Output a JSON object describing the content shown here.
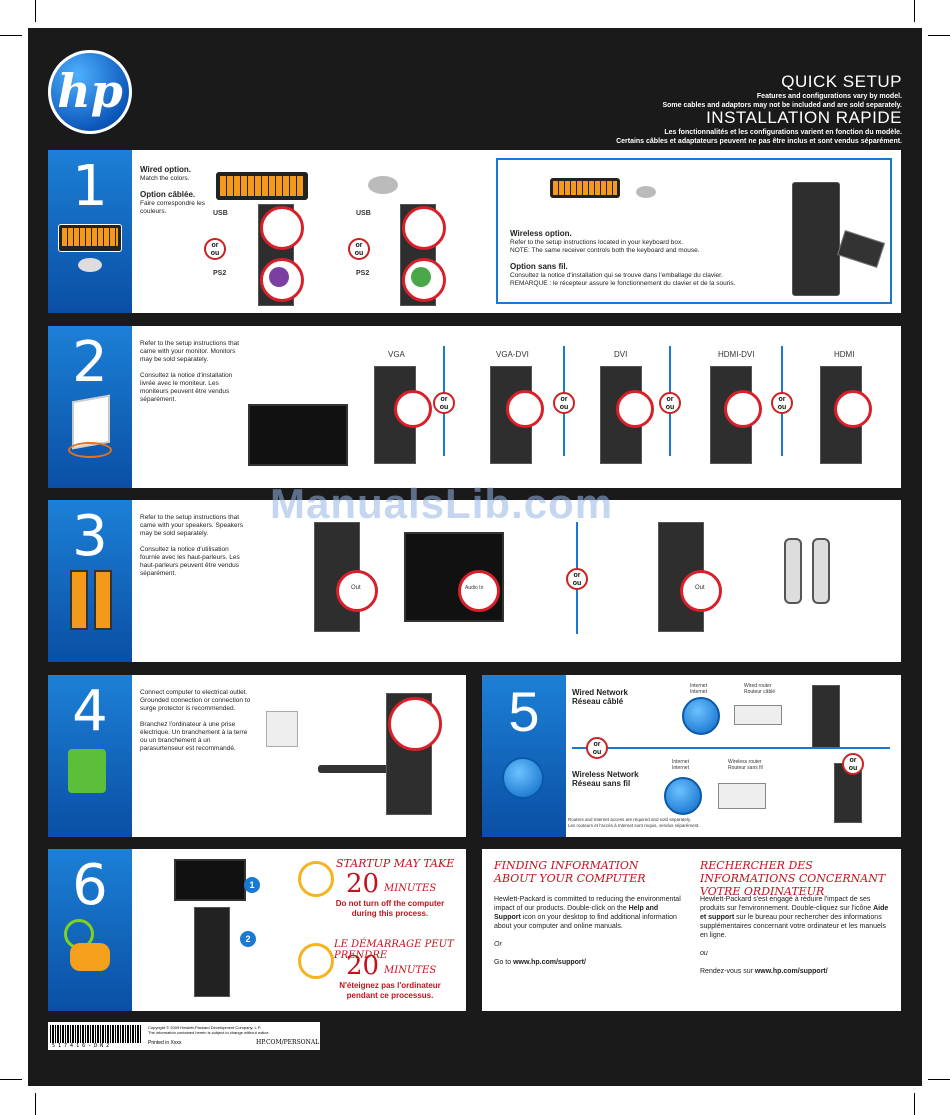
{
  "header": {
    "logo": "hp",
    "title_en": "QUICK SETUP",
    "sub_en_1": "Features and configurations vary by model.",
    "sub_en_2": "Some cables and adaptors may not be included and are sold separately.",
    "title_fr": "INSTALLATION RAPIDE",
    "sub_fr_1": "Les fonctionnalités et les configurations varient en fonction du modèle.",
    "sub_fr_2": "Certains câbles et adaptateurs peuvent ne pas être inclus et sont vendus séparément."
  },
  "step1": {
    "number": "1",
    "wired_title": "Wired option.",
    "wired_text": "Match the colors.",
    "wired_title_fr": "Option câblée.",
    "wired_text_fr": "Faire correspondre les couleurs.",
    "usb": "USB",
    "ps2": "PS2",
    "or": "or",
    "ou": "ou",
    "wireless_title": "Wireless option.",
    "wireless_text": "Refer to the setup instructions located in your keyboard box.",
    "wireless_note": "NOTE: The same receiver controls both the keyboard and mouse.",
    "wireless_title_fr": "Option sans fil.",
    "wireless_text_fr": "Consultez la notice d'installation qui se trouve dans l'emballage du clavier.",
    "wireless_note_fr": "REMARQUE : le récepteur assure le fonctionnement du clavier et de la souris."
  },
  "step2": {
    "number": "2",
    "text_en": "Refer to the setup instructions that came with your monitor. Monitors may be sold separately.",
    "text_fr": "Consultez la notice d'installation livrée avec le moniteur. Les moniteurs peuvent être vendus séparément.",
    "labels": [
      "VGA",
      "VGA-DVI",
      "DVI",
      "HDMI-DVI",
      "HDMI"
    ]
  },
  "step3": {
    "number": "3",
    "text_en": "Refer to the setup instructions that came with your speakers. Speakers may be sold separately.",
    "text_fr": "Consultez la notice d'utilisation fournie avec les haut-parleurs. Les haut-parleurs peuvent être vendus séparément.",
    "out": "Out",
    "audio_in": "Audio In"
  },
  "step4": {
    "number": "4",
    "text_en": "Connect computer to electrical outlet. Grounded connection or connection to surge protector is recommended.",
    "text_fr": "Branchez l'ordinateur à une prise électrique. Un branchement à la terre ou un branchement à un parasurtenseur est recommandé."
  },
  "step5": {
    "number": "5",
    "wired_en": "Wired Network",
    "wired_fr": "Réseau câblé",
    "wireless_en": "Wireless Network",
    "wireless_fr": "Réseau sans fil",
    "internet": "Internet",
    "internet_fr": "Internet",
    "wired_router": "Wired router",
    "wired_router_fr": "Routeur câblé",
    "wireless_router": "Wireless router",
    "wireless_router_fr": "Routeur sans fil",
    "footnote_en": "Routers and Internet access are required and sold separately.",
    "footnote_fr": "Les routeurs et l'accès à Internet sont requis, vendus séparément."
  },
  "step6": {
    "number": "6",
    "startup_en": "STARTUP MAY TAKE",
    "minutes_num": "20",
    "minutes_en": "MINUTES",
    "warn_en_1": "Do not turn off the computer",
    "warn_en_2": "during this process.",
    "startup_fr": "LE DÉMARRAGE PEUT PRENDRE",
    "minutes_fr": "MINUTES",
    "warn_fr_1": "N'éteignez pas l'ordinateur",
    "warn_fr_2": "pendant ce processus.",
    "badge1": "1",
    "badge2": "2"
  },
  "info": {
    "title_en": "FINDING INFORMATION ABOUT YOUR COMPUTER",
    "body_en_1": "Hewlett-Packard is committed to reducing the environmental impact of our products. Double-click on the ",
    "help_en": "Help and Support",
    "body_en_2": " icon on your desktop to find additional information about your computer and online manuals.",
    "or": "Or",
    "goto_en": "Go to ",
    "url": "www.hp.com/support/",
    "title_fr": "RECHERCHER DES INFORMATIONS CONCERNANT VOTRE ORDINATEUR",
    "body_fr_1": "Hewlett-Packard s'est engagé à réduire l'impact de ses produits sur l'environnement. Double-cliquez sur l'icône ",
    "help_fr": "Aide et support",
    "body_fr_2": " sur le bureau pour rechercher des informations supplémentaires concernant votre ordinateur et les manuels en ligne.",
    "ou": "ou",
    "goto_fr": "Rendez-vous sur ",
    "url_fr": "www.hp.com/support/"
  },
  "footer": {
    "barcode_text": "5 1 7 4 1 6 - D N 2",
    "copyright": "Copyright © 2009 Hewlett-Packard Development Company, L.P.",
    "notice": "The information contained herein is subject to change without notice.",
    "printed": "Printed in Xxxx",
    "url": "HP.COM/PERSONAL"
  },
  "watermark": "ManualsLib.com"
}
